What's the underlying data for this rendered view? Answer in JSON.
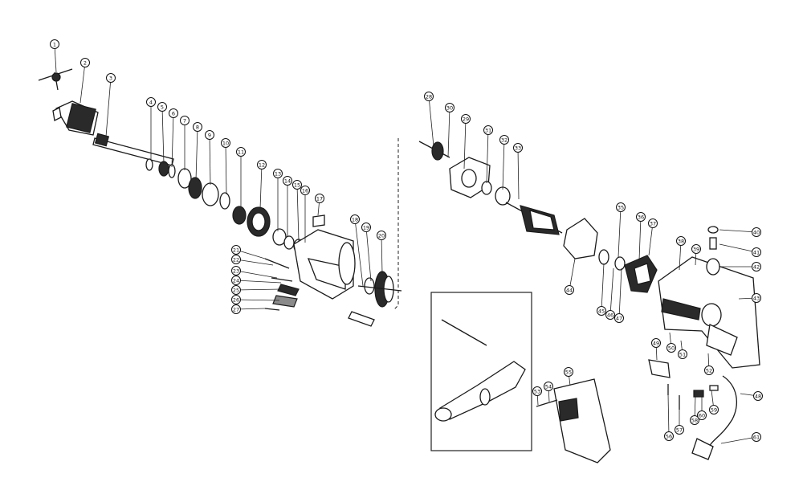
{
  "callouts": [
    "1",
    "2",
    "3",
    "4",
    "5",
    "6",
    "7",
    "8",
    "9",
    "10",
    "11",
    "12",
    "13",
    "14",
    "15",
    "16",
    "17",
    "18",
    "19",
    "20",
    "21",
    "22",
    "23",
    "24",
    "25",
    "26",
    "27",
    "28",
    "29",
    "30",
    "31",
    "32",
    "33",
    "35",
    "36",
    "37",
    "38",
    "39",
    "40",
    "41",
    "42",
    "43",
    "44",
    "45",
    "46",
    "47",
    "48",
    "49",
    "50",
    "51",
    "52",
    "53",
    "54",
    "55",
    "56",
    "57",
    "58",
    "59",
    "60",
    "61"
  ]
}
